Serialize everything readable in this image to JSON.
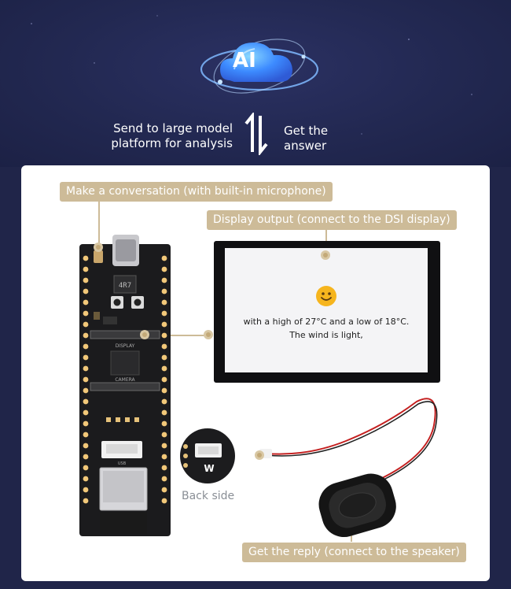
{
  "header": {
    "ai_badge": "AI",
    "send_text": "Send to large model\nplatform for analysis",
    "answer_text": "Get the\nanswer"
  },
  "labels": {
    "conversation": "Make a conversation (with built-in microphone)",
    "display_output": "Display output (connect to the DSI display)",
    "back_side": "Back side",
    "reply": "Get the reply (connect to the speaker)"
  },
  "screen": {
    "line1": "with a high of 27°C and a low of 18°C.",
    "line2": "The wind is light,"
  },
  "board": {
    "inductor_marking": "4R7",
    "display_label": "DISPLAY",
    "camera_label": "CAMERA",
    "usb_label": "USB"
  },
  "colors": {
    "background": "#202549",
    "tag": "#cdbb98",
    "card": "#ffffff",
    "ai_blue": "#3d8bff"
  }
}
